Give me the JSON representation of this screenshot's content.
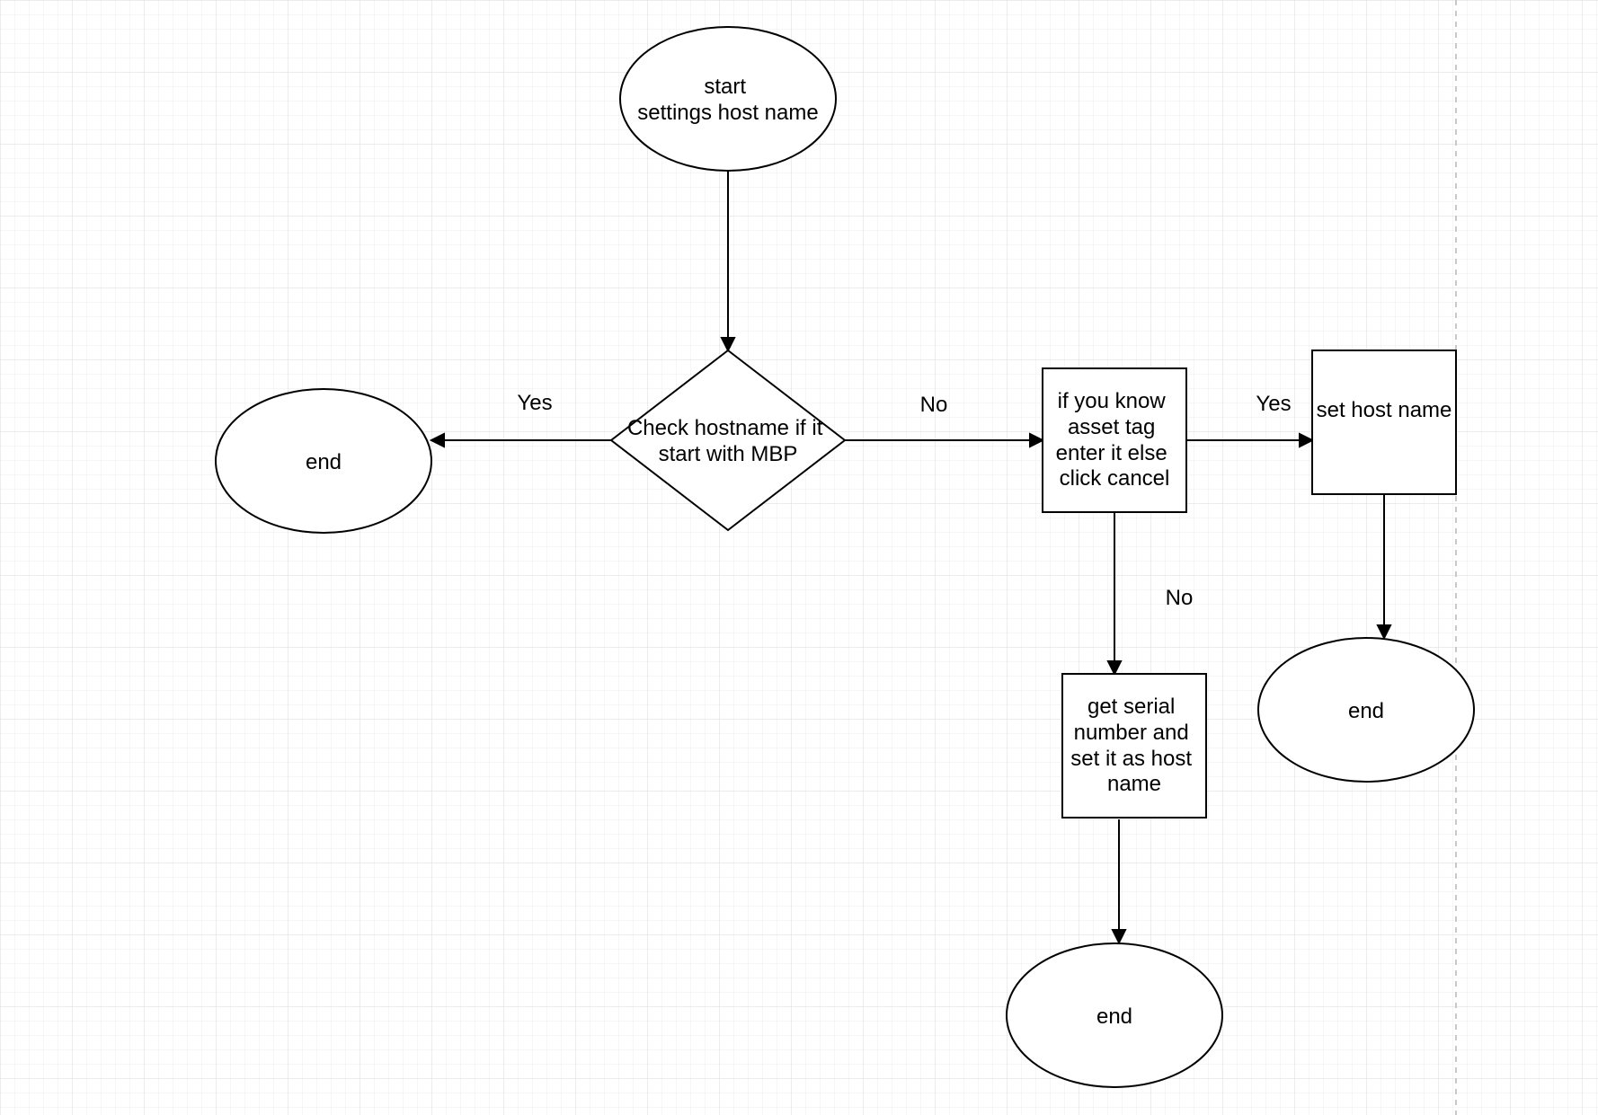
{
  "colors": {
    "background": "#ffffff",
    "grid_minor": "#ececec",
    "grid_major": "#d9d9d9",
    "stroke": "#000000",
    "page_break": "#c8c8c8"
  },
  "nodes": {
    "start": {
      "shape": "ellipse",
      "lines": [
        "start",
        "settings host name"
      ]
    },
    "check": {
      "shape": "diamond",
      "lines": [
        "Check hostname if it",
        "start with MBP"
      ]
    },
    "end_left": {
      "shape": "ellipse",
      "lines": [
        "end"
      ]
    },
    "asset_tag": {
      "shape": "rectangle",
      "lines": [
        "if you know",
        "asset tag",
        "enter it else",
        "click cancel"
      ]
    },
    "set_host": {
      "shape": "rectangle",
      "lines": [
        "set host name"
      ]
    },
    "end_right": {
      "shape": "ellipse",
      "lines": [
        "end"
      ]
    },
    "serial": {
      "shape": "rectangle",
      "lines": [
        "get serial",
        "number and",
        "set it as host",
        "name"
      ]
    },
    "end_bottom": {
      "shape": "ellipse",
      "lines": [
        "end"
      ]
    }
  },
  "edges": [
    {
      "from": "start",
      "to": "check",
      "label": ""
    },
    {
      "from": "check",
      "to": "end_left",
      "label": "Yes"
    },
    {
      "from": "check",
      "to": "asset_tag",
      "label": "No"
    },
    {
      "from": "asset_tag",
      "to": "set_host",
      "label": "Yes"
    },
    {
      "from": "set_host",
      "to": "end_right",
      "label": ""
    },
    {
      "from": "asset_tag",
      "to": "serial",
      "label": "No"
    },
    {
      "from": "serial",
      "to": "end_bottom",
      "label": ""
    }
  ]
}
